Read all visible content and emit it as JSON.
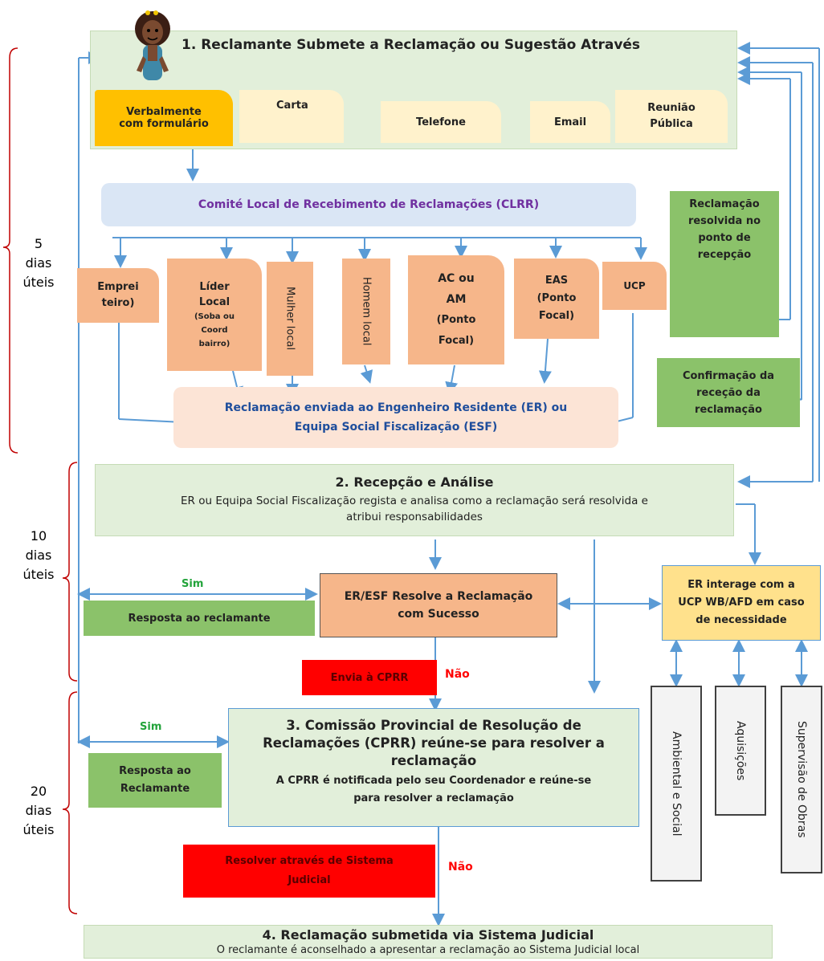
{
  "colors": {
    "green_light": "#e2efda",
    "green_medium": "#8bc26a",
    "tan": "#f6b68a",
    "orange_selected": "#ffc000",
    "cream": "#fff2cc",
    "blue_light": "#dae6f5",
    "peach": "#fce4d6",
    "yellow": "#ffe18c",
    "red": "#ff0000",
    "arrow_blue": "#5b9bd5",
    "purple_text": "#7030a0",
    "navy_text": "#1f4e9c",
    "green_text": "#22a33a",
    "brace_red": "#c00000"
  },
  "timeline": [
    {
      "line1": "5",
      "line2": "dias",
      "line3": "úteis"
    },
    {
      "line1": "10",
      "line2": "dias",
      "line3": "úteis"
    },
    {
      "line1": "20",
      "line2": "dias",
      "line3": "úteis"
    }
  ],
  "step1": {
    "title": "1. Reclamante Submete a Reclamação ou Sugestão Através",
    "avatar_icon": "woman-avatar-icon",
    "channels": [
      {
        "line1": "Verbalmente",
        "line2": "com formulário"
      },
      {
        "line1": "Carta",
        "line2": ""
      },
      {
        "line1": "Telefone",
        "line2": ""
      },
      {
        "line1": "Email",
        "line2": ""
      },
      {
        "line1": "Reunião",
        "line2": "Pública"
      }
    ]
  },
  "clrr": "Comité Local de Recebimento de Reclamações (CLRR)",
  "receivers": [
    {
      "l1": "Emprei",
      "l2": "teiro)",
      "l3": "",
      "l4": ""
    },
    {
      "l1": "Líder",
      "l2": "Local",
      "l3": "(Soba ou",
      "l4": "Coord",
      "l5": "bairro)"
    },
    {
      "l1": "Mulher local"
    },
    {
      "l1": "Homem local"
    },
    {
      "l1": "AC ou",
      "l2": "AM",
      "l3": "(Ponto",
      "l4": "Focal)"
    },
    {
      "l1": "EAS",
      "l2": "(Ponto",
      "l3": "Focal)"
    },
    {
      "l1": "UCP"
    }
  ],
  "resolved_at_reception": {
    "l1": "Reclamação",
    "l2": "resolvida no",
    "l3": "ponto de",
    "l4": "recepção"
  },
  "confirmation": {
    "l1": "Confirmação da",
    "l2": "receção da",
    "l3": "reclamação"
  },
  "sent_to_er": {
    "l1": "Reclamação enviada ao Engenheiro Residente (ER) ou",
    "l2": "Equipa Social Fiscalização (ESF)"
  },
  "step2": {
    "title": "2.   Recepção e Análise",
    "body1": "ER ou Equipa Social Fiscalização regista e analisa como a reclamação será resolvida e",
    "body2": "atribui responsabilidades"
  },
  "sim_labels": [
    "Sim",
    "Sim"
  ],
  "nao_labels": [
    "Não",
    "Não"
  ],
  "response1": "Resposta ao reclamante",
  "resolve_success": {
    "l1": "ER/ESF Resolve a Reclamação",
    "l2": "com Sucesso"
  },
  "er_interacts": {
    "l1": "ER interage com a",
    "l2": "UCP WB/AFD em caso",
    "l3": "de necessidade"
  },
  "send_cprr": "Envia à CPRR",
  "step3": {
    "title1": "3. Comissão Provincial de Resolução de",
    "title2": "Reclamações (CPRR) reúne-se para resolver a",
    "title3": "reclamação",
    "body1": "A CPRR é notificada pelo seu Coordenador e reúne-se",
    "body2": "para resolver a reclamação"
  },
  "response2": {
    "l1": "Resposta ao",
    "l2": "Reclamante"
  },
  "judicial_red": {
    "l1": "Resolver através de Sistema",
    "l2": "Judicial"
  },
  "support_areas": [
    "Ambiental e Social",
    "Aquisições",
    "Supervisão de Obras"
  ],
  "step4": {
    "title": "4. Reclamação submetida via Sistema Judicial",
    "body": "O reclamante é aconselhado a apresentar a reclamação ao Sistema Judicial local"
  }
}
